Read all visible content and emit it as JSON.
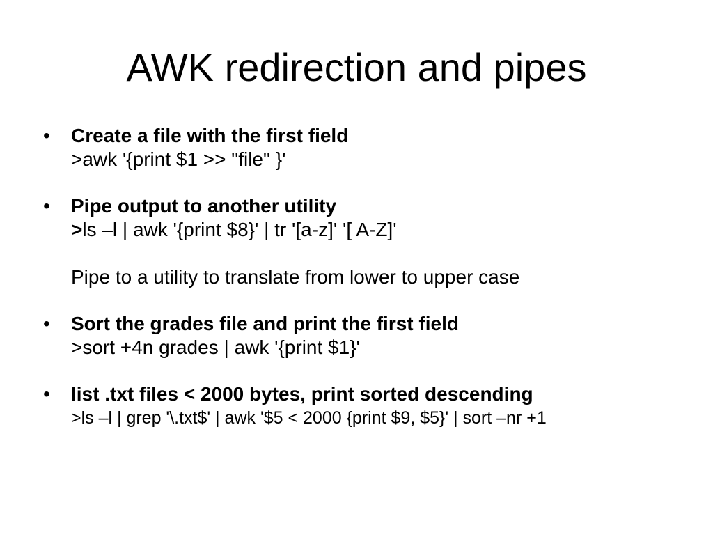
{
  "slide": {
    "title": "AWK redirection and pipes",
    "bullet_symbol": "•",
    "bullets": [
      {
        "heading": "Create a file with the first field",
        "command": ">awk '{print $1 >> \"file\" }'"
      },
      {
        "heading": "Pipe output to another utility",
        "command_prompt": ">",
        "command": "ls –l | awk '{print $8}' | tr '[a-z]' '[ A-Z]'",
        "note": "Pipe to a utility to translate from lower to upper case"
      },
      {
        "heading": "Sort the grades file and print the first field",
        "command": ">sort +4n grades | awk '{print $1}'"
      },
      {
        "heading": "list .txt files < 2000 bytes, print sorted descending",
        "command": ">ls –l | grep '\\.txt$' | awk '$5 < 2000 {print $9, $5}' | sort –nr +1"
      }
    ]
  }
}
